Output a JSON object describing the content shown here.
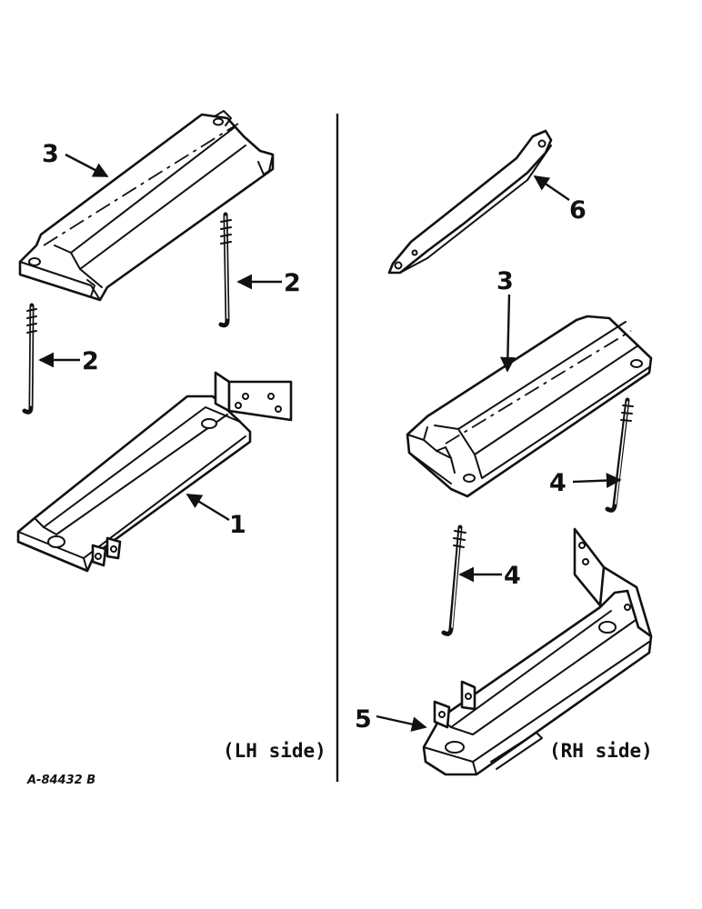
{
  "callouts": {
    "lh_cover": "3",
    "lh_rod_a": "2",
    "lh_rod_b": "2",
    "lh_tray": "1",
    "rh_strap": "6",
    "rh_cover": "3",
    "rh_rod_a": "4",
    "rh_rod_b": "4",
    "rh_clip": "5"
  },
  "captions": {
    "left": "(LH side)",
    "right": "(RH side)"
  },
  "drawing_code": "A-84432 B"
}
